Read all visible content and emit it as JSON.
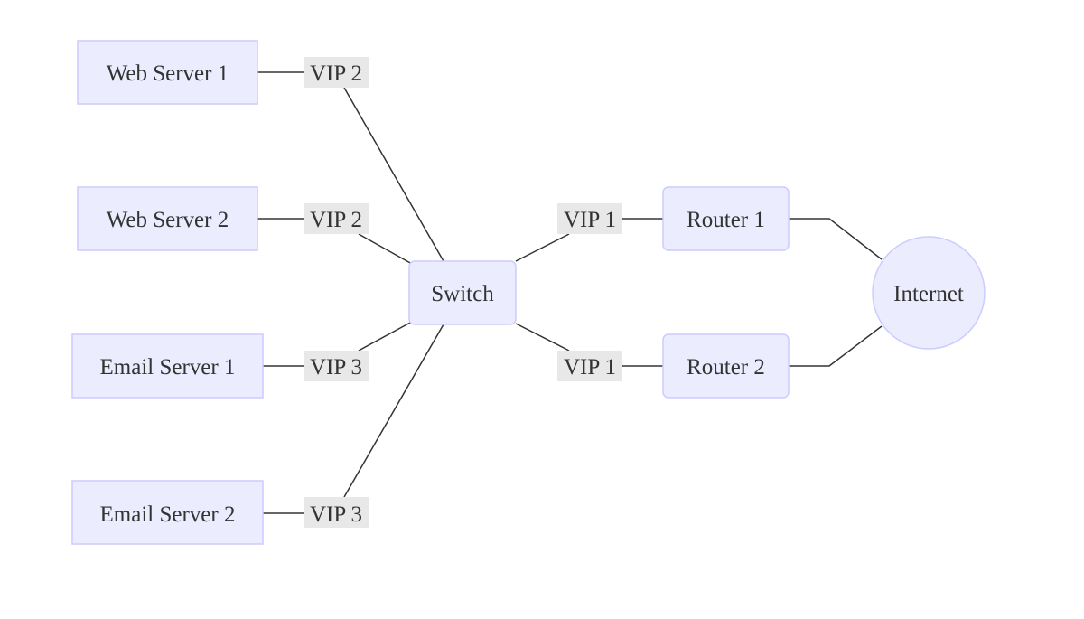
{
  "nodes": {
    "web_server_1": "Web Server 1",
    "web_server_2": "Web Server 2",
    "email_server_1": "Email Server 1",
    "email_server_2": "Email Server 2",
    "switch": "Switch",
    "router_1": "Router 1",
    "router_2": "Router 2",
    "internet": "Internet"
  },
  "edges": {
    "web_server_1_switch": "VIP 2",
    "web_server_2_switch": "VIP 2",
    "email_server_1_switch": "VIP 3",
    "email_server_2_switch": "VIP 3",
    "switch_router_1": "VIP 1",
    "switch_router_2": "VIP 1"
  },
  "colors": {
    "node_fill": "#ececff",
    "node_border": "#ccccff",
    "edge_label_background": "#e8e8e8",
    "line": "#333333"
  }
}
